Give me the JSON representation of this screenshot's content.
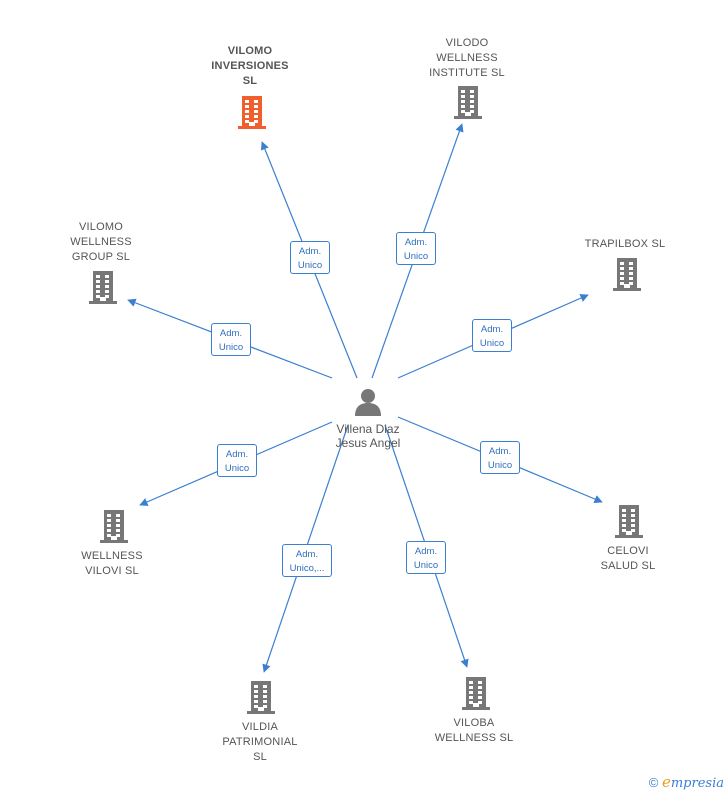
{
  "colors": {
    "accent": "#3b7fd0",
    "highlight": "#f0602f",
    "node": "#777777"
  },
  "person": {
    "name": "Villena Diaz\nJesus Angel",
    "icon": "person-icon"
  },
  "companies": [
    {
      "id": "vilomo-inversiones",
      "label": "VILOMO\nINVERSIONES\nSL",
      "highlight": true,
      "role": "Adm.\nUnico"
    },
    {
      "id": "vilodo-wellness-institute",
      "label": "VILODO\nWELLNESS\nINSTITUTE SL",
      "highlight": false,
      "role": "Adm.\nUnico"
    },
    {
      "id": "trapilbox",
      "label": "TRAPILBOX SL",
      "highlight": false,
      "role": "Adm.\nUnico"
    },
    {
      "id": "vilomo-wellness-group",
      "label": "VILOMO\nWELLNESS\nGROUP SL",
      "highlight": false,
      "role": "Adm.\nUnico"
    },
    {
      "id": "celovi-salud",
      "label": "CELOVI\nSALUD SL",
      "highlight": false,
      "role": "Adm.\nUnico"
    },
    {
      "id": "wellness-vilovi",
      "label": "WELLNESS\nVILOVI SL",
      "highlight": false,
      "role": "Adm.\nUnico"
    },
    {
      "id": "vildia-patrimonial",
      "label": "VILDIA\nPATRIMONIAL\nSL",
      "highlight": false,
      "role": "Adm.\nUnico,..."
    },
    {
      "id": "viloba-wellness",
      "label": "VILOBA\nWELLNESS SL",
      "highlight": false,
      "role": "Adm.\nUnico"
    }
  ],
  "brand": {
    "copyright": "©",
    "initial": "e",
    "name": "mpresia"
  }
}
